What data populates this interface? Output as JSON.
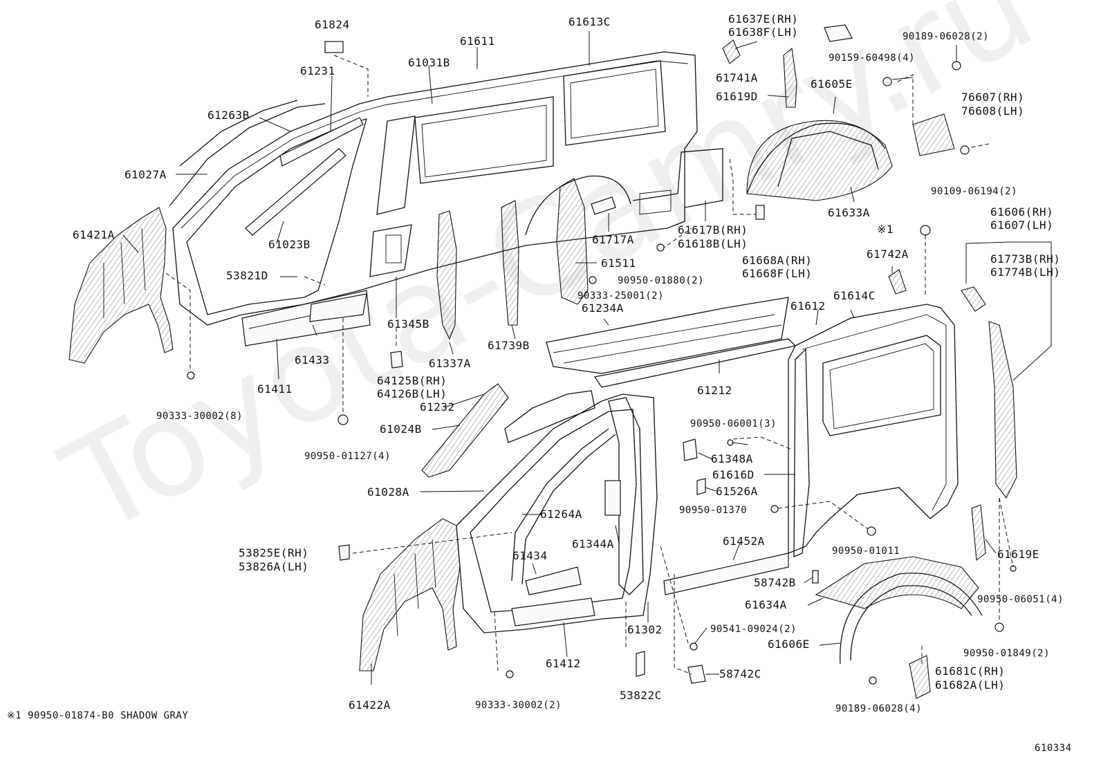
{
  "diagram": {
    "watermark": "Toyota-Camry.ru",
    "figure_code": "610334",
    "footnote": {
      "marker": "※1",
      "part": "90950-01874-B0",
      "description": "SHADOW GRAY"
    },
    "labels": {
      "p61824": "61824",
      "p61611": "61611",
      "p61613C": "61613C",
      "p61637E": "61637E(RH)",
      "p61638F": "61638F(LH)",
      "p90189_a": "90189-06028(2)",
      "p61231": "61231",
      "p61031B": "61031B",
      "p61741A": "61741A",
      "p90159": "90159-60498(4)",
      "p61263B": "61263B",
      "p61619D": "61619D",
      "p61605E": "61605E",
      "p76607": "76607(RH)",
      "p76608": "76608(LH)",
      "p61027A": "61027A",
      "p61023B": "61023B",
      "p61633A": "61633A",
      "p90109": "90109-06194(2)",
      "p61421A": "61421A",
      "p61717A": "61717A",
      "p61617B": "61617B(RH)",
      "p61618B": "61618B(LH)",
      "p61606": "61606(RH)",
      "p61607": "61607(LH)",
      "note1": "※1",
      "p53821D": "53821D",
      "p61511": "61511",
      "p61668A": "61668A(RH)",
      "p61668F": "61668F(LH)",
      "p61742A": "61742A",
      "p61773B": "61773B(RH)",
      "p61774B": "61774B(LH)",
      "p90950_01880": "90950-01880(2)",
      "p90333_25001": "90333-25001(2)",
      "p61234A": "61234A",
      "p61612": "61612",
      "p61614C": "61614C",
      "p61345B": "61345B",
      "p61433": "61433",
      "p61411": "61411",
      "p61337A": "61337A",
      "p61739B": "61739B",
      "p64125B": "64125B(RH)",
      "p64126B": "64126B(LH)",
      "p61212": "61212",
      "p61232": "61232",
      "p90333_30002_8": "90333-30002(8)",
      "p61024B": "61024B",
      "p90950_06001": "90950-06001(3)",
      "p90950_01127": "90950-01127(4)",
      "p61348A": "61348A",
      "p61616D": "61616D",
      "p61028A": "61028A",
      "p61526A": "61526A",
      "p90950_01370": "90950-01370",
      "p61264A": "61264A",
      "p61344A": "61344A",
      "p61452A": "61452A",
      "p61619E": "61619E",
      "p53825E": "53825E(RH)",
      "p53826A": "53826A(LH)",
      "p90950_01011": "90950-01011",
      "p61434": "61434",
      "p58742B": "58742B",
      "p90950_06051": "90950-06051(4)",
      "p61634A": "61634A",
      "p61302": "61302",
      "p90541": "90541-09024(2)",
      "p61606E": "61606E",
      "p90950_01849": "90950-01849(2)",
      "p61412": "61412",
      "p58742C": "58742C",
      "p61681C": "61681C(RH)",
      "p61682A": "61682A(LH)",
      "p61422A": "61422A",
      "p90333_30002_2": "90333-30002(2)",
      "p53822C": "53822C",
      "p90189_b": "90189-06028(4)"
    }
  }
}
